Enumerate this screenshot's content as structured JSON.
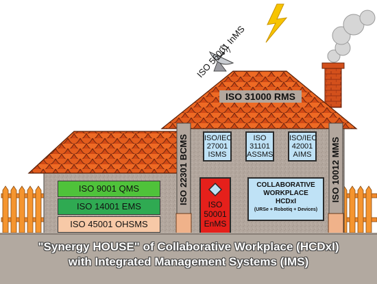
{
  "labels": {
    "inms": "ISO 56001 InMS",
    "rms": "ISO 31000 RMS",
    "bcms": "ISO 22301 BCMS",
    "mms": "ISO 10012 MMS",
    "isms": [
      "ISO/IEC",
      "27001",
      "ISMS"
    ],
    "assms": [
      "ISO",
      "31101",
      "ASSMS"
    ],
    "aims": [
      "ISO/IEC",
      "42001",
      "AIMS"
    ],
    "qms": "ISO 9001 QMS",
    "ems": "ISO 14001 EMS",
    "ohsms": "ISO 45001 OHSMS",
    "enms": [
      "ISO",
      "50001",
      "EnMS"
    ],
    "workplace": [
      "COLLABORATIVE",
      "WORKPLACE",
      "HCDxI",
      "(URSe + Robotiq + Devices)"
    ],
    "base_line1": "\"Synergy HOUSE\" of Collaborative Workplace (HCDxI)",
    "base_line2": "with Integrated Management Systems (IMS)"
  },
  "colors": {
    "roof_tile": "#e0581e",
    "roof_dark": "#8a2a10",
    "wall": "#b3a79e",
    "fence": "#f08a2e",
    "base": "#b2a9a0",
    "window": "#bfe2f6",
    "door": "#e5201b",
    "qms": "#4fc23a",
    "ems": "#2faa52",
    "ohsms": "#f7c9a7",
    "lightning": "#f7c400"
  }
}
